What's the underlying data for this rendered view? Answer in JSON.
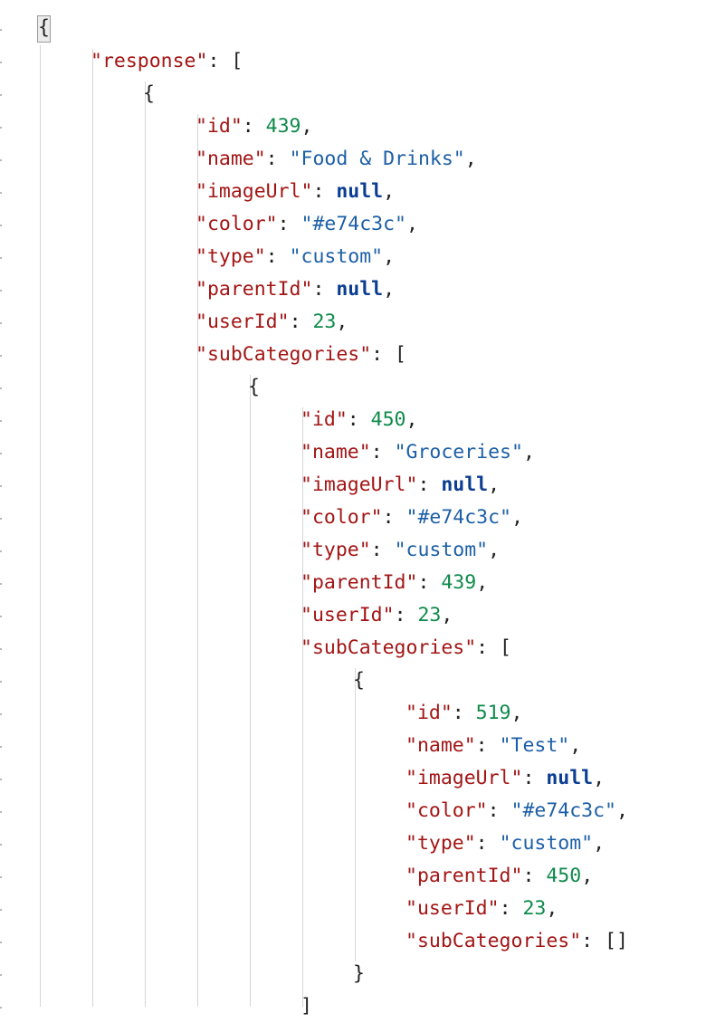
{
  "editor": {
    "language": "json",
    "colors": {
      "key": "#a31515",
      "string": "#1c5fa6",
      "number": "#0e8a4a",
      "keyword": "#0b3d91",
      "punctuation": "#222222",
      "guide": "#d6d6d6"
    },
    "lines": [
      {
        "indent": 0,
        "tokens": [
          {
            "t": "brace-hl",
            "v": "{"
          }
        ]
      },
      {
        "indent": 1,
        "tokens": [
          {
            "t": "key",
            "v": "\"response\""
          },
          {
            "t": "pun",
            "v": ": ["
          }
        ]
      },
      {
        "indent": 2,
        "tokens": [
          {
            "t": "pun",
            "v": "{"
          }
        ]
      },
      {
        "indent": 3,
        "tokens": [
          {
            "t": "key",
            "v": "\"id\""
          },
          {
            "t": "pun",
            "v": ": "
          },
          {
            "t": "num",
            "v": "439"
          },
          {
            "t": "pun",
            "v": ","
          }
        ]
      },
      {
        "indent": 3,
        "tokens": [
          {
            "t": "key",
            "v": "\"name\""
          },
          {
            "t": "pun",
            "v": ": "
          },
          {
            "t": "str",
            "v": "\"Food & Drinks\""
          },
          {
            "t": "pun",
            "v": ","
          }
        ]
      },
      {
        "indent": 3,
        "tokens": [
          {
            "t": "key",
            "v": "\"imageUrl\""
          },
          {
            "t": "pun",
            "v": ": "
          },
          {
            "t": "kw",
            "v": "null"
          },
          {
            "t": "pun",
            "v": ","
          }
        ]
      },
      {
        "indent": 3,
        "tokens": [
          {
            "t": "key",
            "v": "\"color\""
          },
          {
            "t": "pun",
            "v": ": "
          },
          {
            "t": "str",
            "v": "\"#e74c3c\""
          },
          {
            "t": "pun",
            "v": ","
          }
        ]
      },
      {
        "indent": 3,
        "tokens": [
          {
            "t": "key",
            "v": "\"type\""
          },
          {
            "t": "pun",
            "v": ": "
          },
          {
            "t": "str",
            "v": "\"custom\""
          },
          {
            "t": "pun",
            "v": ","
          }
        ]
      },
      {
        "indent": 3,
        "tokens": [
          {
            "t": "key",
            "v": "\"parentId\""
          },
          {
            "t": "pun",
            "v": ": "
          },
          {
            "t": "kw",
            "v": "null"
          },
          {
            "t": "pun",
            "v": ","
          }
        ]
      },
      {
        "indent": 3,
        "tokens": [
          {
            "t": "key",
            "v": "\"userId\""
          },
          {
            "t": "pun",
            "v": ": "
          },
          {
            "t": "num",
            "v": "23"
          },
          {
            "t": "pun",
            "v": ","
          }
        ]
      },
      {
        "indent": 3,
        "tokens": [
          {
            "t": "key",
            "v": "\"subCategories\""
          },
          {
            "t": "pun",
            "v": ": ["
          }
        ]
      },
      {
        "indent": 4,
        "tokens": [
          {
            "t": "pun",
            "v": "{"
          }
        ]
      },
      {
        "indent": 5,
        "tokens": [
          {
            "t": "key",
            "v": "\"id\""
          },
          {
            "t": "pun",
            "v": ": "
          },
          {
            "t": "num",
            "v": "450"
          },
          {
            "t": "pun",
            "v": ","
          }
        ]
      },
      {
        "indent": 5,
        "tokens": [
          {
            "t": "key",
            "v": "\"name\""
          },
          {
            "t": "pun",
            "v": ": "
          },
          {
            "t": "str",
            "v": "\"Groceries\""
          },
          {
            "t": "pun",
            "v": ","
          }
        ]
      },
      {
        "indent": 5,
        "tokens": [
          {
            "t": "key",
            "v": "\"imageUrl\""
          },
          {
            "t": "pun",
            "v": ": "
          },
          {
            "t": "kw",
            "v": "null"
          },
          {
            "t": "pun",
            "v": ","
          }
        ]
      },
      {
        "indent": 5,
        "tokens": [
          {
            "t": "key",
            "v": "\"color\""
          },
          {
            "t": "pun",
            "v": ": "
          },
          {
            "t": "str",
            "v": "\"#e74c3c\""
          },
          {
            "t": "pun",
            "v": ","
          }
        ]
      },
      {
        "indent": 5,
        "tokens": [
          {
            "t": "key",
            "v": "\"type\""
          },
          {
            "t": "pun",
            "v": ": "
          },
          {
            "t": "str",
            "v": "\"custom\""
          },
          {
            "t": "pun",
            "v": ","
          }
        ]
      },
      {
        "indent": 5,
        "tokens": [
          {
            "t": "key",
            "v": "\"parentId\""
          },
          {
            "t": "pun",
            "v": ": "
          },
          {
            "t": "num",
            "v": "439"
          },
          {
            "t": "pun",
            "v": ","
          }
        ]
      },
      {
        "indent": 5,
        "tokens": [
          {
            "t": "key",
            "v": "\"userId\""
          },
          {
            "t": "pun",
            "v": ": "
          },
          {
            "t": "num",
            "v": "23"
          },
          {
            "t": "pun",
            "v": ","
          }
        ]
      },
      {
        "indent": 5,
        "tokens": [
          {
            "t": "key",
            "v": "\"subCategories\""
          },
          {
            "t": "pun",
            "v": ": ["
          }
        ]
      },
      {
        "indent": 6,
        "tokens": [
          {
            "t": "pun",
            "v": "{"
          }
        ]
      },
      {
        "indent": 7,
        "tokens": [
          {
            "t": "key",
            "v": "\"id\""
          },
          {
            "t": "pun",
            "v": ": "
          },
          {
            "t": "num",
            "v": "519"
          },
          {
            "t": "pun",
            "v": ","
          }
        ]
      },
      {
        "indent": 7,
        "tokens": [
          {
            "t": "key",
            "v": "\"name\""
          },
          {
            "t": "pun",
            "v": ": "
          },
          {
            "t": "str",
            "v": "\"Test\""
          },
          {
            "t": "pun",
            "v": ","
          }
        ]
      },
      {
        "indent": 7,
        "tokens": [
          {
            "t": "key",
            "v": "\"imageUrl\""
          },
          {
            "t": "pun",
            "v": ": "
          },
          {
            "t": "kw",
            "v": "null"
          },
          {
            "t": "pun",
            "v": ","
          }
        ]
      },
      {
        "indent": 7,
        "tokens": [
          {
            "t": "key",
            "v": "\"color\""
          },
          {
            "t": "pun",
            "v": ": "
          },
          {
            "t": "str",
            "v": "\"#e74c3c\""
          },
          {
            "t": "pun",
            "v": ","
          }
        ]
      },
      {
        "indent": 7,
        "tokens": [
          {
            "t": "key",
            "v": "\"type\""
          },
          {
            "t": "pun",
            "v": ": "
          },
          {
            "t": "str",
            "v": "\"custom\""
          },
          {
            "t": "pun",
            "v": ","
          }
        ]
      },
      {
        "indent": 7,
        "tokens": [
          {
            "t": "key",
            "v": "\"parentId\""
          },
          {
            "t": "pun",
            "v": ": "
          },
          {
            "t": "num",
            "v": "450"
          },
          {
            "t": "pun",
            "v": ","
          }
        ]
      },
      {
        "indent": 7,
        "tokens": [
          {
            "t": "key",
            "v": "\"userId\""
          },
          {
            "t": "pun",
            "v": ": "
          },
          {
            "t": "num",
            "v": "23"
          },
          {
            "t": "pun",
            "v": ","
          }
        ]
      },
      {
        "indent": 7,
        "tokens": [
          {
            "t": "key",
            "v": "\"subCategories\""
          },
          {
            "t": "pun",
            "v": ": []"
          }
        ]
      },
      {
        "indent": 6,
        "tokens": [
          {
            "t": "pun",
            "v": "}"
          }
        ]
      },
      {
        "indent": 5,
        "tokens": [
          {
            "t": "pun",
            "v": "]"
          }
        ]
      }
    ]
  }
}
